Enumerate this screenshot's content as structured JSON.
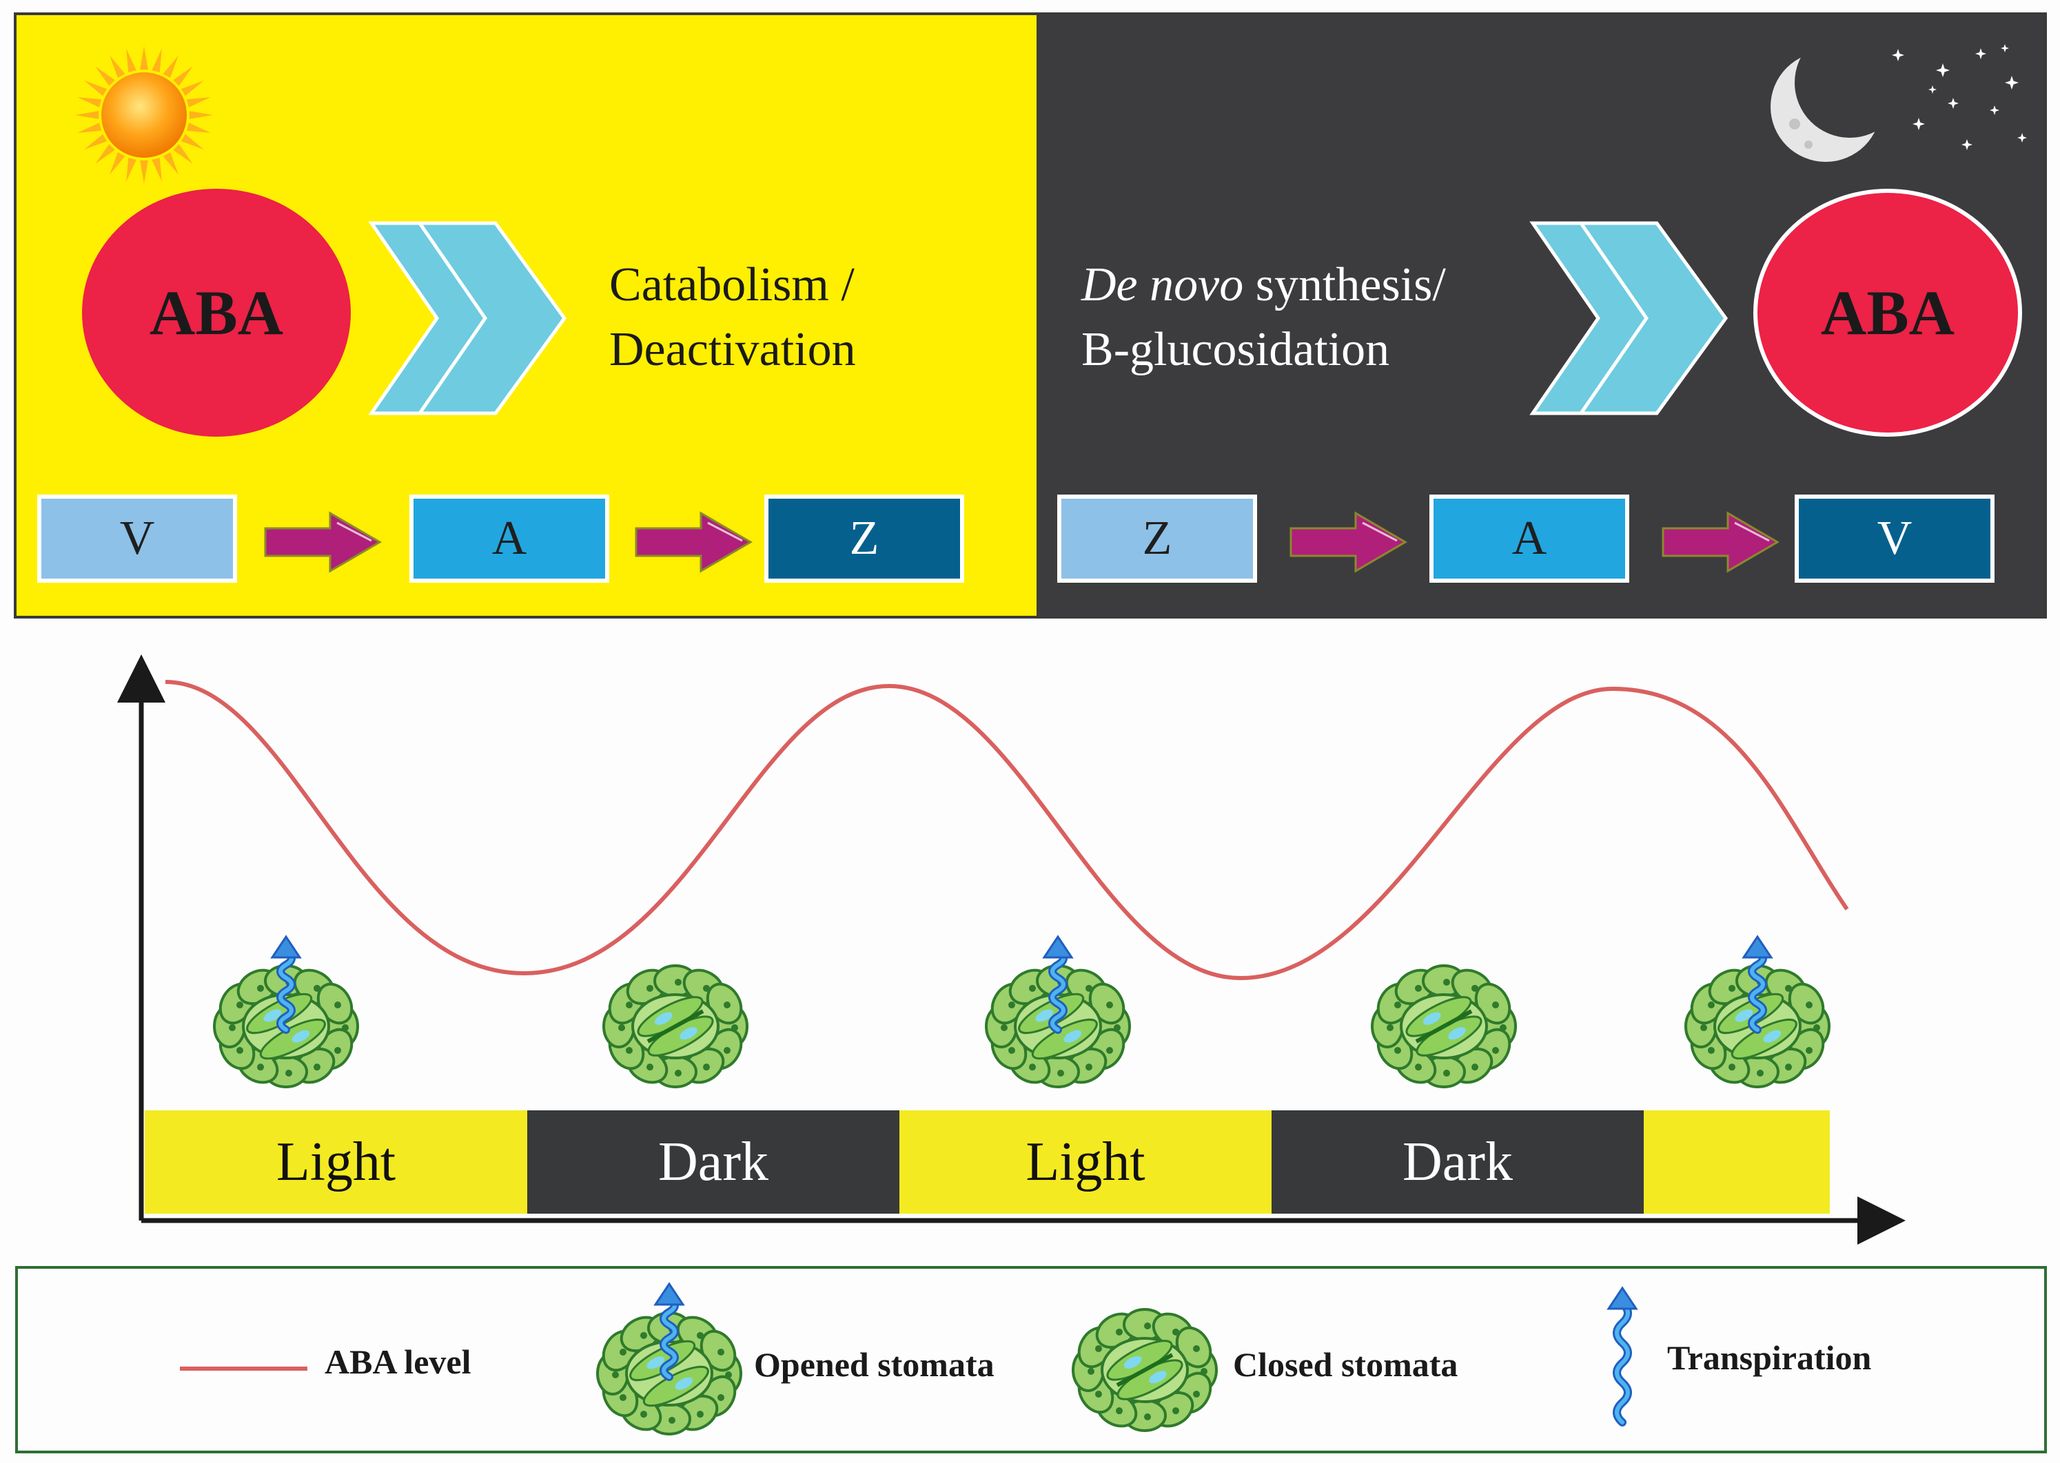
{
  "top": {
    "day": {
      "aba_label": "ABA",
      "caption_line1": "Catabolism /",
      "caption_line2": "Deactivation",
      "pathway": [
        "V",
        "A",
        "Z"
      ]
    },
    "night": {
      "aba_label": "ABA",
      "caption_italic": "De novo",
      "caption_line1_rest": " synthesis/",
      "caption_line2": "B-glucosidation",
      "pathway": [
        "Z",
        "A",
        "V"
      ]
    },
    "colors": {
      "day_bg": "#ffef00",
      "night_bg": "#3c3c3e",
      "aba_circle": "#ec2247",
      "chevron": "#6ecbe0",
      "arrow": "#b01f7a"
    }
  },
  "plot": {
    "periods": [
      "Light",
      "Dark",
      "Light",
      "Dark",
      ""
    ],
    "stomata_states": [
      "opened",
      "closed",
      "opened",
      "closed",
      "opened"
    ],
    "curve_color": "#d9605f"
  },
  "legend": {
    "aba_level": "ABA level",
    "opened": "Opened stomata",
    "closed": "Closed stomata",
    "transpiration": "Transpiration"
  }
}
